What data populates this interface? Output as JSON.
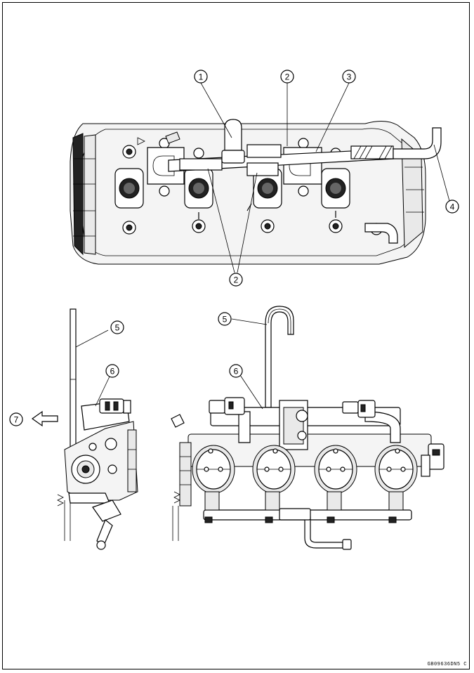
{
  "callouts": {
    "c1": "1",
    "c2a": "2",
    "c2b": "2",
    "c3": "3",
    "c4": "4",
    "c5a": "5",
    "c5b": "5",
    "c6a": "6",
    "c6b": "6",
    "c7": "7"
  },
  "drawing_code": "GB09636DN5 C"
}
